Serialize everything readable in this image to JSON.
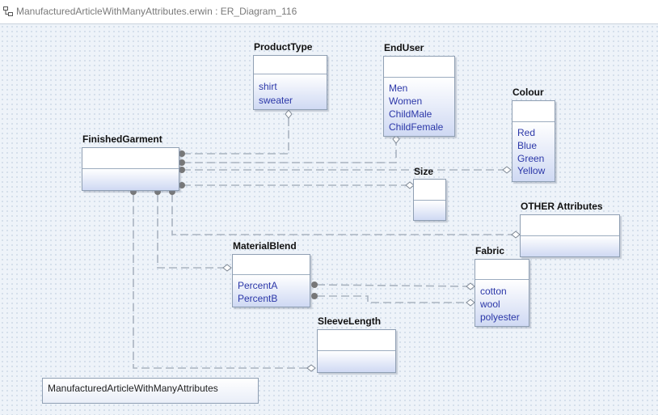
{
  "window": {
    "title": "ManufacturedArticleWithManyAttributes.erwin : ER_Diagram_116"
  },
  "entities": {
    "product_type": {
      "name": "ProductType",
      "attributes": [
        "shirt",
        "sweater"
      ]
    },
    "end_user": {
      "name": "EndUser",
      "attributes": [
        "Men",
        "Women",
        "ChildMale",
        "ChildFemale"
      ]
    },
    "colour": {
      "name": "Colour",
      "attributes": [
        "Red",
        "Blue",
        "Green",
        "Yellow"
      ]
    },
    "finished_garment": {
      "name": "FinishedGarment",
      "attributes": []
    },
    "size": {
      "name": "Size",
      "attributes": []
    },
    "other_attributes": {
      "name": "OTHER Attributes",
      "attributes": []
    },
    "material_blend": {
      "name": "MaterialBlend",
      "attributes": [
        "PercentA",
        "PercentB"
      ]
    },
    "fabric": {
      "name": "Fabric",
      "attributes": [
        "cotton",
        "wool",
        "polyester"
      ]
    },
    "sleeve_length": {
      "name": "SleeveLength",
      "attributes": []
    }
  },
  "model_name": "ManufacturedArticleWithManyAttributes",
  "colors": {
    "attribute_text": "#2b37a8",
    "link_line": "#aab4c0",
    "entity_border": "#8f9fb3"
  }
}
